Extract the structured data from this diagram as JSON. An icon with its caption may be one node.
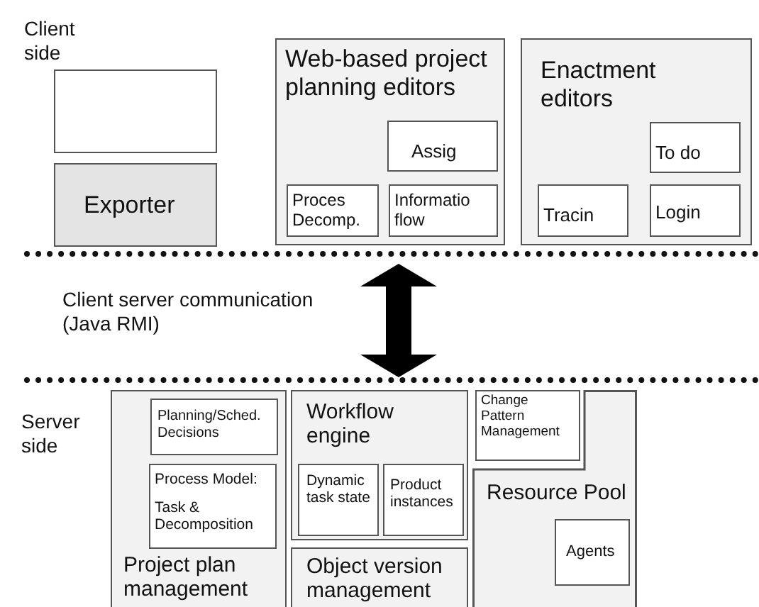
{
  "diagram": {
    "nodes": [
      {
        "text": [],
        "shape": "box"
      },
      {
        "text": [
          "Exporter"
        ]
      },
      {
        "text": [
          "Web-based project planning editors"
        ]
      },
      {
        "text": [
          "Assig"
        ],
        "in": 2
      },
      {
        "text": [
          "Proces Decomp."
        ],
        "in": 2
      },
      {
        "text": [
          "Informatio flow"
        ],
        "in": 2
      },
      {
        "text": [
          "Enactment editors"
        ]
      },
      {
        "text": [
          "To do"
        ],
        "in": 6
      },
      {
        "text": [
          "Tracin"
        ],
        "in": 6
      },
      {
        "text": [
          "Login"
        ],
        "in": 6
      },
      {
        "text": [
          "Project plan management"
        ]
      },
      {
        "text": [
          "Planning/Sched. Decisions"
        ],
        "in": 10
      },
      {
        "text": [
          "Process Model:",
          "Task & Decomposition"
        ],
        "in": 10
      },
      {
        "text": [
          "Workflow engine"
        ]
      },
      {
        "text": [
          "Dynamic task state"
        ],
        "in": 13
      },
      {
        "text": [
          "Product instances"
        ],
        "in": 13
      },
      {
        "text": [
          "Object version management"
        ]
      },
      {
        "text": [
          "Change Pattern Management"
        ]
      },
      {
        "text": [
          "Resource Pool"
        ]
      },
      {
        "text": [
          "Agents"
        ],
        "in": 18
      }
    ],
    "labels": [
      "Client side",
      "Client server communication (Java RMI)",
      "Server side"
    ]
  }
}
